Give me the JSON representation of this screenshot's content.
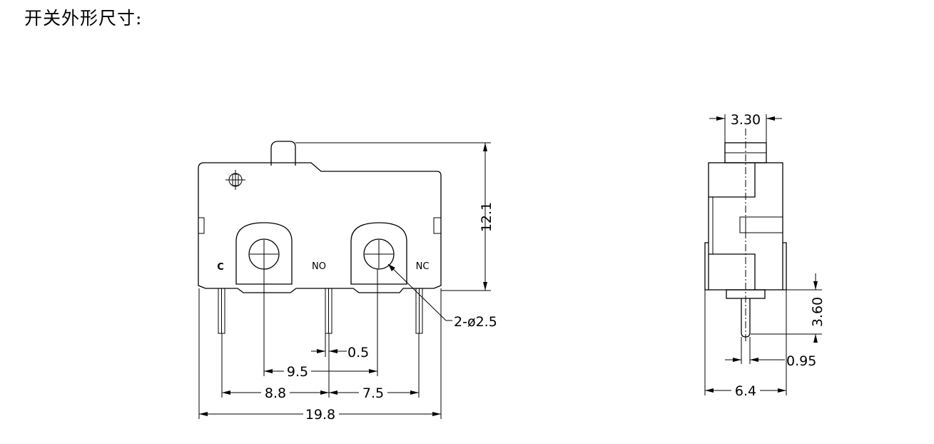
{
  "title": "开关外形尺寸:",
  "front_view": {
    "pins": {
      "c": "C",
      "no": "NO",
      "nc": "NC"
    },
    "dimensions": {
      "height": "12.1",
      "hole": "2-ø2.5",
      "pin_gap": "0.5",
      "hole_pitch": "9.5",
      "pitch_c_no": "8.8",
      "pitch_no_nc": "7.5",
      "overall_width": "19.8"
    }
  },
  "side_view": {
    "dimensions": {
      "actuator_width": "3.30",
      "terminal_length": "3.60",
      "terminal_thickness": "0.95",
      "overall_width": "6.4"
    }
  }
}
